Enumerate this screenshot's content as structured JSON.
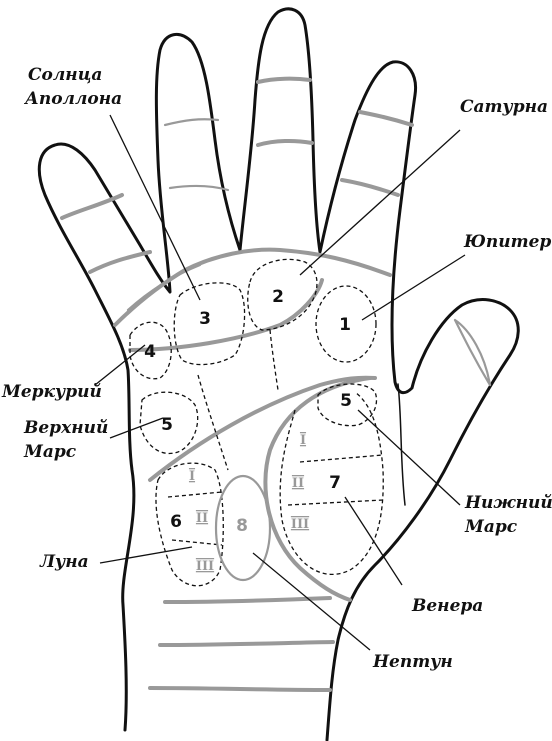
{
  "labels": {
    "sun": "Солнца\nАполлона",
    "saturn": "Сатурна",
    "jupiter": "Юпитер",
    "mercury": "Меркурий",
    "upper_mars": "Верхний\nМарс",
    "moon": "Луна",
    "lower_mars": "Нижний\nМарс",
    "venus": "Венера",
    "neptune": "Нептун"
  },
  "mounts": {
    "m1": "1",
    "m2": "2",
    "m3": "3",
    "m4": "4",
    "m5_upper": "5",
    "m5_lower": "5",
    "m6": "6",
    "m7": "7",
    "m8": "8"
  },
  "roman": {
    "moon_1": "I",
    "moon_2": "II",
    "moon_3": "III",
    "venus_1": "I",
    "venus_2": "II",
    "venus_3": "III"
  }
}
